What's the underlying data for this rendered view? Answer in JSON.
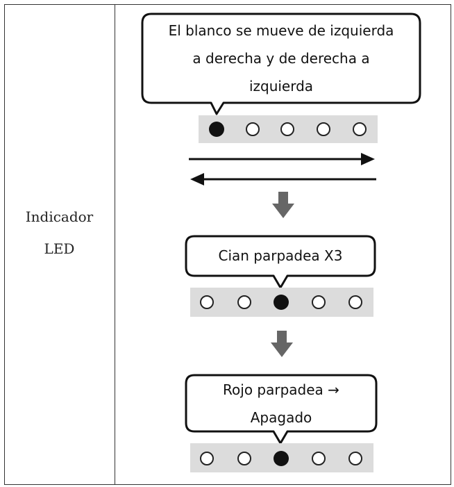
{
  "row_label": [
    "Indicador",
    "LED"
  ],
  "steps": [
    {
      "bubble_lines": [
        "El blanco se mueve de izquierda",
        "a derecha y de derecha a",
        "izquierda"
      ],
      "active_led": 1
    },
    {
      "bubble_lines": [
        "Cian parpadea X3"
      ],
      "active_led": 3
    },
    {
      "bubble_lines": [
        "Rojo parpadea →",
        "Apagado"
      ],
      "active_led": 3
    }
  ],
  "led_count": 5,
  "colors": {
    "border": "#333333",
    "led_strip": "#dcdcdc",
    "led_active": "#111111",
    "led_outline": "#222222",
    "arrow_down": "#666666",
    "arrow_line": "#111111"
  }
}
